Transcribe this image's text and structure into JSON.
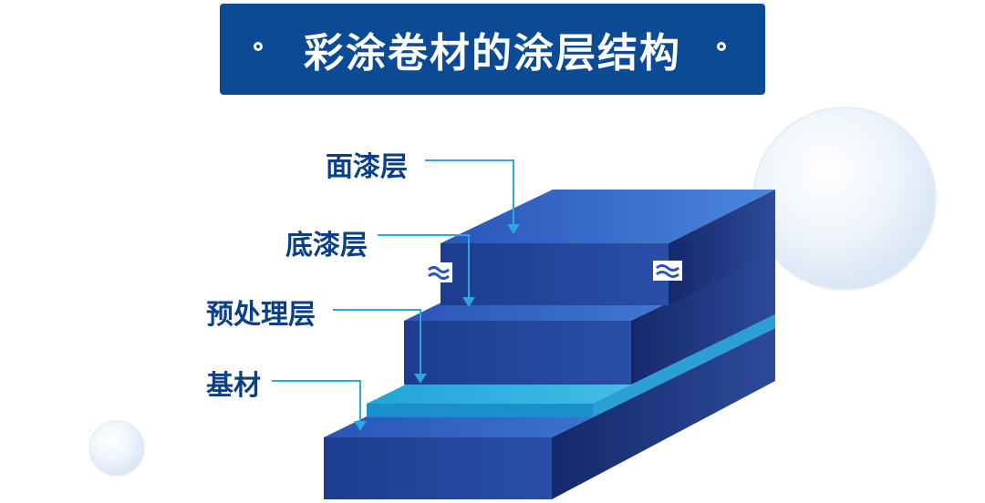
{
  "title": "彩涂卷材的涂层结构",
  "layers": [
    {
      "label": "面漆层"
    },
    {
      "label": "底漆层"
    },
    {
      "label": "预处理层"
    },
    {
      "label": "基材"
    }
  ],
  "colors": {
    "title_bg": "#0b4a94",
    "label_text": "#0b3f86",
    "leader_line": "#2aa6e0",
    "block_top": "#2f5fc0",
    "block_front": "#1f3f94",
    "block_side": "#1a2f6e",
    "pretreat_layer": "#3bb9ea"
  },
  "icons": [
    "bubble-decoration-large",
    "bubble-decoration-small",
    "wave-flag-icon"
  ]
}
